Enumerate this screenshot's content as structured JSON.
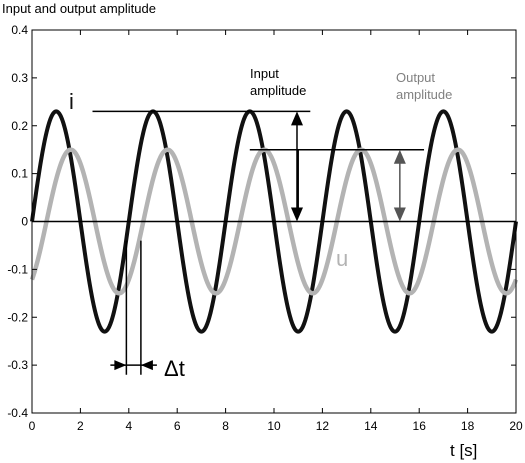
{
  "chart_data": {
    "type": "line",
    "title": "Input and output amplitude",
    "xlabel": "t [s]",
    "ylabel": "",
    "xlim": [
      0,
      20
    ],
    "ylim": [
      -0.4,
      0.4
    ],
    "x_ticks": [
      "0",
      "2",
      "4",
      "6",
      "8",
      "10",
      "12",
      "14",
      "16",
      "18",
      "20"
    ],
    "y_ticks": [
      "0.4",
      "0.3",
      "0.2",
      "0.1",
      "0",
      "-0.1",
      "-0.2",
      "-0.3",
      "-0.4"
    ],
    "grid": false,
    "series": [
      {
        "name": "i",
        "amplitude": 0.23,
        "period": 4,
        "phase_shift": 0,
        "color": "#111111"
      },
      {
        "name": "u",
        "amplitude": 0.15,
        "period": 4,
        "phase_shift": 0.6,
        "color": "#b3b3b3"
      }
    ],
    "annotations": {
      "input_amplitude": {
        "text_line1": "Input",
        "text_line2": "amplitude",
        "color": "#000000"
      },
      "output_amplitude": {
        "text_line1": "Output",
        "text_line2": "amplitude",
        "color": "#808080"
      },
      "delta_t": {
        "text": "Δt",
        "from": 3.9,
        "to": 4.5
      }
    }
  }
}
